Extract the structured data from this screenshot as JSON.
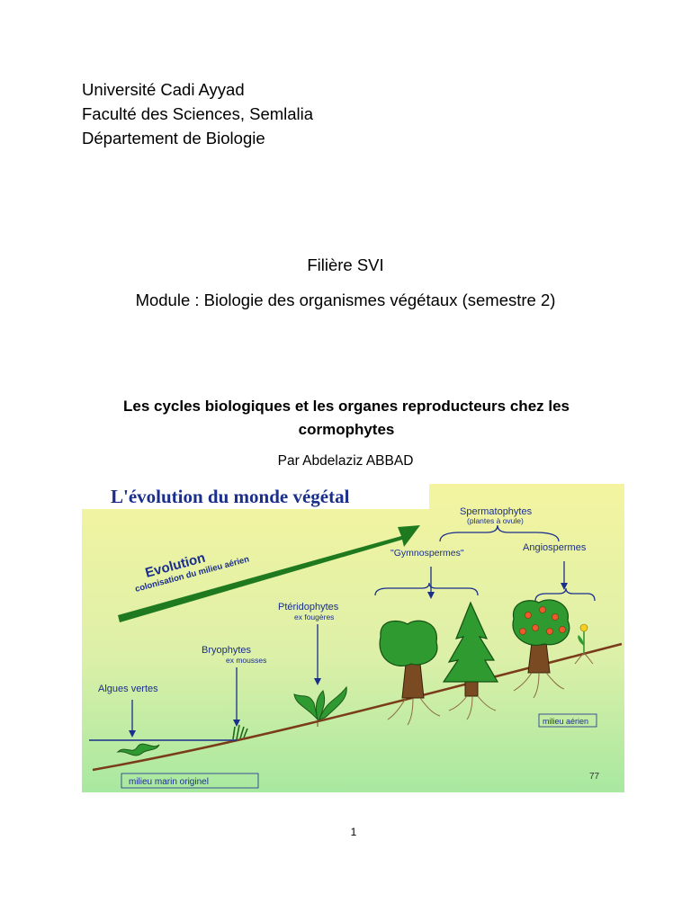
{
  "institution": {
    "line1": "Université Cadi Ayyad",
    "line2": "Faculté des Sciences, Semlalia",
    "line3": "Département de Biologie"
  },
  "filiere": "Filière SVI",
  "module": "Module : Biologie des organismes végétaux (semestre 2)",
  "title": "Les cycles biologiques et les organes reproducteurs chez les cormophytes",
  "author": "Par  Abdelaziz ABBAD",
  "figure": {
    "heading": "L'évolution du monde végétal",
    "arrow_label": "Evolution",
    "arrow_sublabel": "colonisation du milieu aérien",
    "spermatophytes": "Spermatophytes",
    "spermatophytes_sub": "(plantes à ovule)",
    "gymnospermes": "\"Gymnospermes\"",
    "angiospermes": "Angiospermes",
    "pteridophytes": "Ptéridophytes",
    "pteridophytes_sub": "ex fougères",
    "bryophytes": "Bryophytes",
    "bryophytes_sub": "ex mousses",
    "algues": "Algues vertes",
    "milieu_aerien": "milieu aérien",
    "milieu_marin": "milieu marin originel",
    "slide_number": "77",
    "colors": {
      "heading_bg": "#ffffff",
      "heading_text": "#1a2e8c",
      "arrow": "#1f7a1f",
      "label_blue": "#1a2e8c",
      "ground": "#7a3b1a",
      "water_line": "#1a2e8c",
      "tree_trunk": "#7a4a22",
      "foliage": "#2f9a2f"
    }
  },
  "page_number": "1"
}
